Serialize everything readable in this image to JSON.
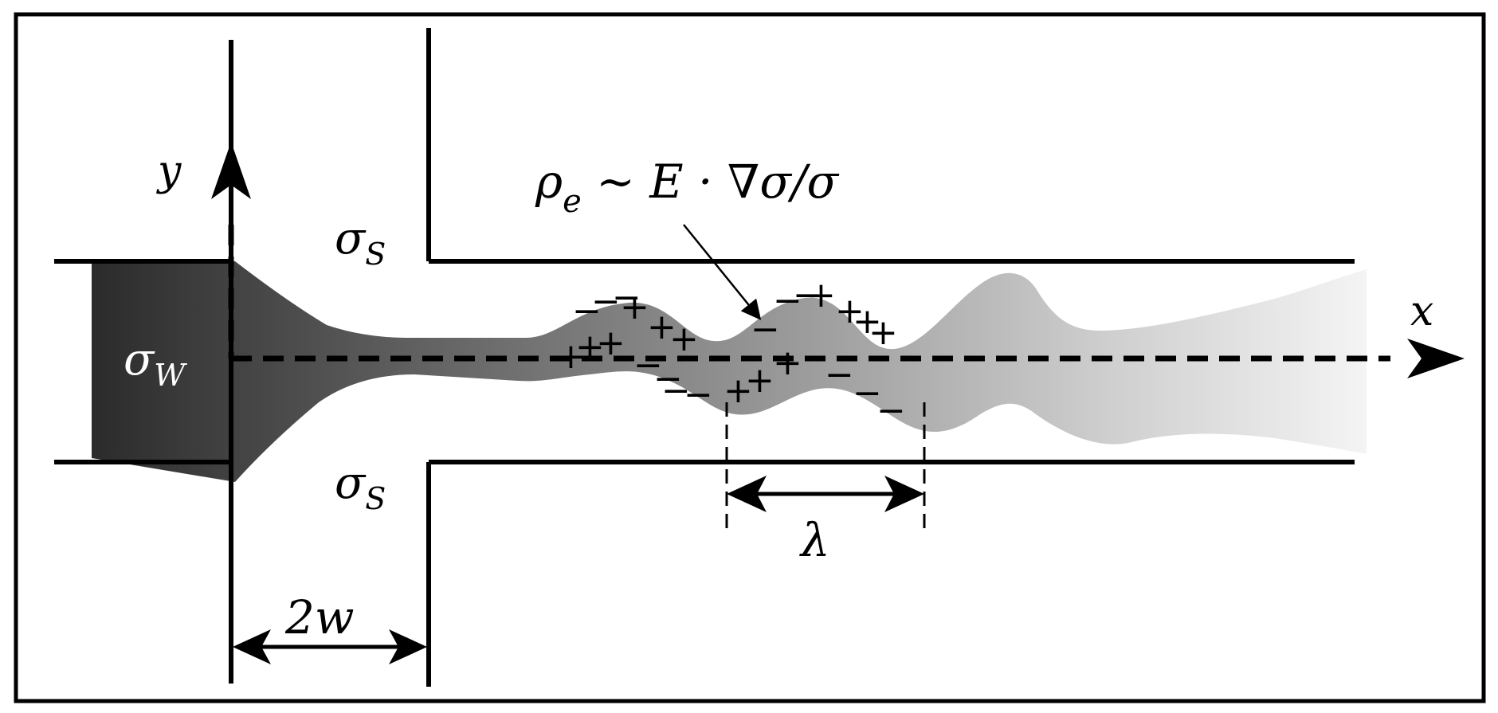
{
  "labels": {
    "sigma": "σ",
    "sigma_w_sub": "W",
    "sigma_s_sub": "S",
    "axis_y": "y",
    "axis_x": "x",
    "rho": "ρ",
    "rho_sub": "e",
    "rho_rest": " ~ E · ∇σ/σ",
    "width": "2w",
    "wavelength": "λ"
  },
  "charges": {
    "plus": "+",
    "minus": "−"
  },
  "colors": {
    "ink": "#000000",
    "jet_dark": "#2b2b2b",
    "jet_light": "#f2f2f2"
  }
}
